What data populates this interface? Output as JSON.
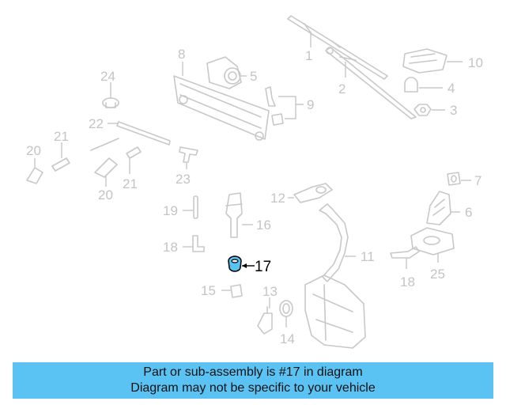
{
  "diagram": {
    "labels": {
      "p1": "1",
      "p2": "2",
      "p3": "3",
      "p4": "4",
      "p5": "5",
      "p6": "6",
      "p7": "7",
      "p8": "8",
      "p9": "9",
      "p10": "10",
      "p11": "11",
      "p12": "12",
      "p13": "13",
      "p14": "14",
      "p15": "15",
      "p16": "16",
      "p17": "17",
      "p18a": "18",
      "p18b": "18",
      "p19": "19",
      "p20a": "20",
      "p20b": "20",
      "p21a": "21",
      "p21b": "21",
      "p22": "22",
      "p23": "23",
      "p24": "24",
      "p25": "25"
    },
    "highlight_color": "#5bc3f3",
    "part_color": "#c8c8c8"
  },
  "banner": {
    "line1": "Part or sub-assembly is #17 in diagram",
    "line2": "Diagram may not be specific to your vehicle",
    "background": "#5bc3f3"
  }
}
